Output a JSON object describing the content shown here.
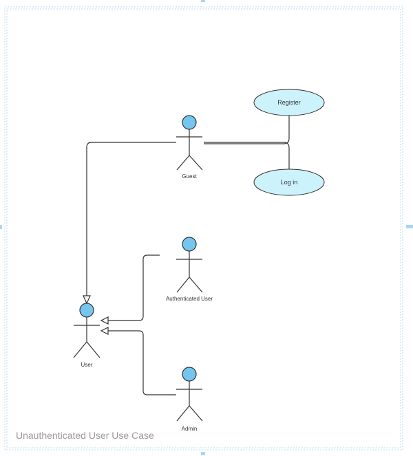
{
  "diagram": {
    "frame_title": "Unauthenticated User Use Case",
    "colors": {
      "frame_border": "#a8cde6",
      "actor_head_fill": "#74c6ef",
      "actor_stroke": "#333333",
      "usecase_fill": "#ccf2fb",
      "line": "#333333"
    },
    "actors": {
      "guest": "Guest",
      "authenticated_user": "Authenticated User",
      "user": "User",
      "admin": "Admin"
    },
    "use_cases": {
      "register": "Register",
      "login": "Log in"
    }
  }
}
